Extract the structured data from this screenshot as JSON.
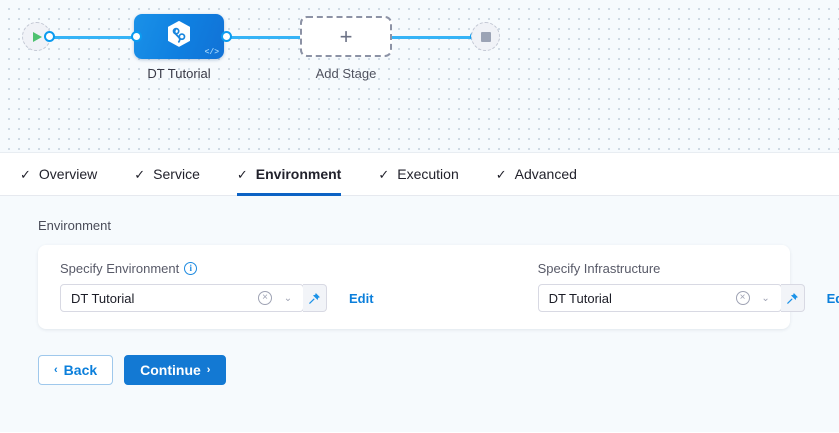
{
  "canvas": {
    "start_node": {
      "icon": "play-icon",
      "name": "pipeline-start"
    },
    "end_node": {
      "icon": "stop-icon",
      "name": "pipeline-end"
    },
    "stage": {
      "label": "DT Tutorial",
      "icon": "harness-hexagon-icon",
      "badge": "</>"
    },
    "add_stage": {
      "label": "Add Stage",
      "icon": "plus-icon"
    }
  },
  "tabs": [
    {
      "label": "Overview",
      "check": "✓",
      "active": false
    },
    {
      "label": "Service",
      "check": "✓",
      "active": false
    },
    {
      "label": "Environment",
      "check": "✓",
      "active": true
    },
    {
      "label": "Execution",
      "check": "✓",
      "active": false
    },
    {
      "label": "Advanced",
      "check": "✓",
      "active": false
    }
  ],
  "main": {
    "section_title": "Environment",
    "fields": [
      {
        "label": "Specify Environment",
        "has_info_icon": true,
        "info_glyph": "i",
        "value": "DT Tutorial",
        "clear_glyph": "×",
        "chevron_glyph": "⌄",
        "pin_icon": "pin-icon",
        "edit_label": "Edit"
      },
      {
        "label": "Specify Infrastructure",
        "has_info_icon": false,
        "info_glyph": "",
        "value": "DT Tutorial",
        "clear_glyph": "×",
        "chevron_glyph": "⌄",
        "pin_icon": "pin-icon",
        "edit_label": "Edit"
      }
    ]
  },
  "footer": {
    "back_label": "Back",
    "back_caret": "‹",
    "continue_label": "Continue",
    "continue_caret": "›"
  },
  "colors": {
    "accent_blue": "#0b7fdb",
    "primary_button": "#1379d3",
    "edge": "#36b3f6",
    "canvas_bg": "#f6fafd",
    "play_green": "#4ec16f"
  }
}
